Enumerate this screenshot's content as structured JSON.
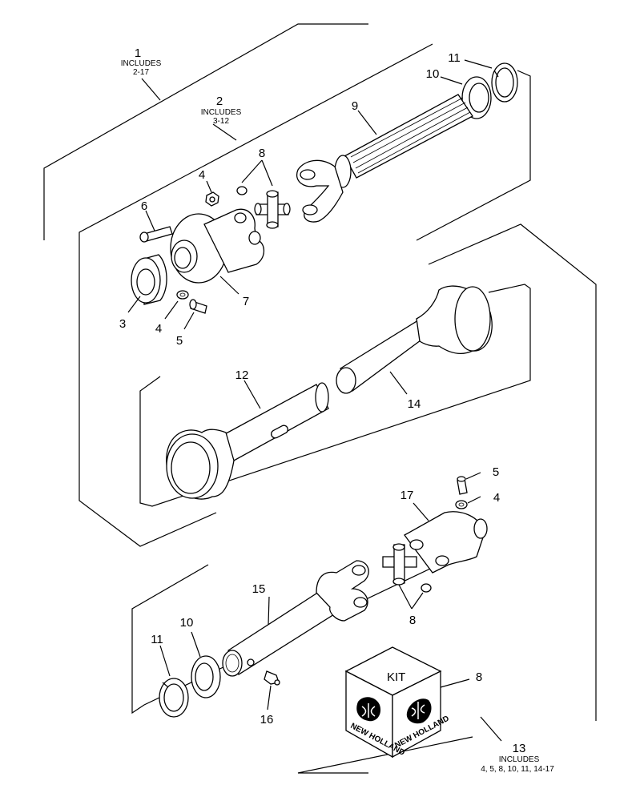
{
  "callouts": {
    "c1": {
      "num": "1",
      "includes": "INCLUDES",
      "range": "2-17"
    },
    "c2": {
      "num": "2",
      "includes": "INCLUDES",
      "range": "3-12"
    },
    "c13": {
      "num": "13",
      "includes": "INCLUDES",
      "range": "4, 5, 8, 10, 11, 14-17"
    }
  },
  "labels": {
    "n3": "3",
    "n4a": "4",
    "n4b": "4",
    "n4c": "4",
    "n5a": "5",
    "n5b": "5",
    "n6": "6",
    "n7": "7",
    "n8a": "8",
    "n8b": "8",
    "n8c": "8",
    "n9": "9",
    "n10a": "10",
    "n10b": "10",
    "n11a": "11",
    "n11b": "11",
    "n12": "12",
    "n14": "14",
    "n15": "15",
    "n16": "16",
    "n17": "17"
  },
  "kit": {
    "label": "KIT",
    "brand_left": "NEW HOLLAND",
    "brand_right": "NEW HOLLAND"
  }
}
